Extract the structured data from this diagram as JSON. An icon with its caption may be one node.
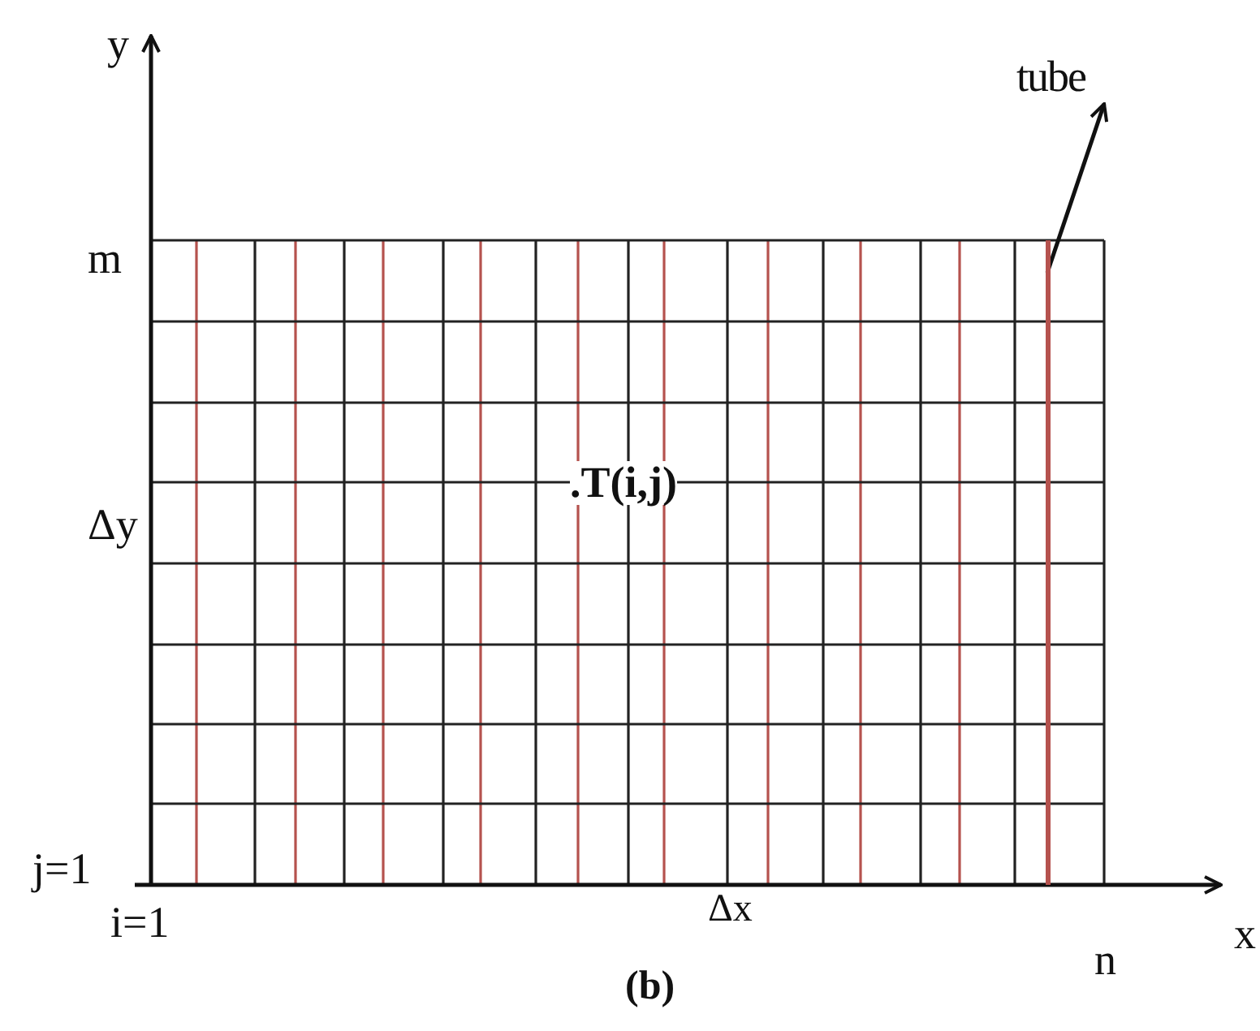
{
  "diagram": {
    "caption": "(b)",
    "nodes": [
      {
        "text": [
          "tube"
        ]
      },
      {
        "text": [],
        "shape": "bar"
      }
    ],
    "edges": [
      {
        "from": 1,
        "to": 0,
        "arrow": "to"
      }
    ],
    "labels": [
      "y",
      "m",
      ".T(i,j)",
      "Δy",
      "j=1",
      "i=1",
      "Δx",
      "n",
      "x"
    ]
  }
}
